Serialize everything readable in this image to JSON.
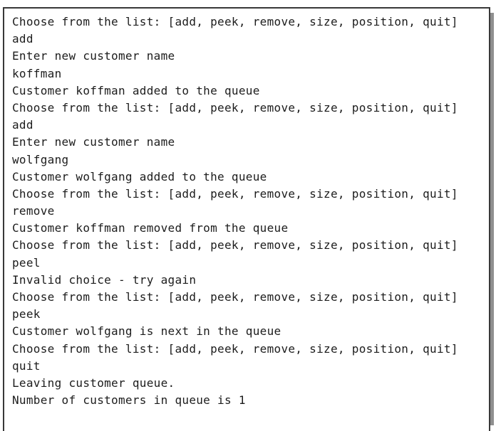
{
  "colors": {
    "border": "#383838",
    "shadow": "#8f8f8f",
    "text": "#1c1c1c",
    "background": "#ffffff"
  },
  "console": {
    "lines": [
      "Choose from the list: [add, peek, remove, size, position, quit]",
      "add",
      "Enter new customer name",
      "koffman",
      "Customer koffman added to the queue",
      "Choose from the list: [add, peek, remove, size, position, quit]",
      "add",
      "Enter new customer name",
      "wolfgang",
      "Customer wolfgang added to the queue",
      "Choose from the list: [add, peek, remove, size, position, quit]",
      "remove",
      "Customer koffman removed from the queue",
      "Choose from the list: [add, peek, remove, size, position, quit]",
      "peel",
      "Invalid choice - try again",
      "Choose from the list: [add, peek, remove, size, position, quit]",
      "peek",
      "Customer wolfgang is next in the queue",
      "Choose from the list: [add, peek, remove, size, position, quit]",
      "quit",
      "Leaving customer queue.",
      "Number of customers in queue is 1"
    ]
  }
}
